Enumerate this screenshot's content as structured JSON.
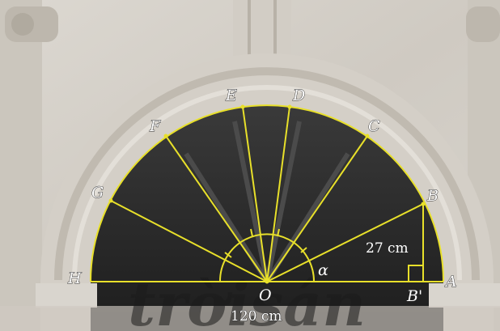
{
  "figure": {
    "points": {
      "A": "A",
      "B": "B",
      "C": "C",
      "D": "D",
      "E": "E",
      "F": "F",
      "G": "G",
      "H": "H",
      "O": "O",
      "B_foot": "B'"
    },
    "labels": {
      "height": "27 cm",
      "diameter": "120 cm",
      "angle": "α"
    },
    "watermark": "trờisán",
    "colors": {
      "construction": "#e8e02a",
      "label": "#ffffff",
      "label_outline": "#2a2a2a",
      "stone": "#d6d2cb",
      "shadow": "#262626"
    }
  }
}
